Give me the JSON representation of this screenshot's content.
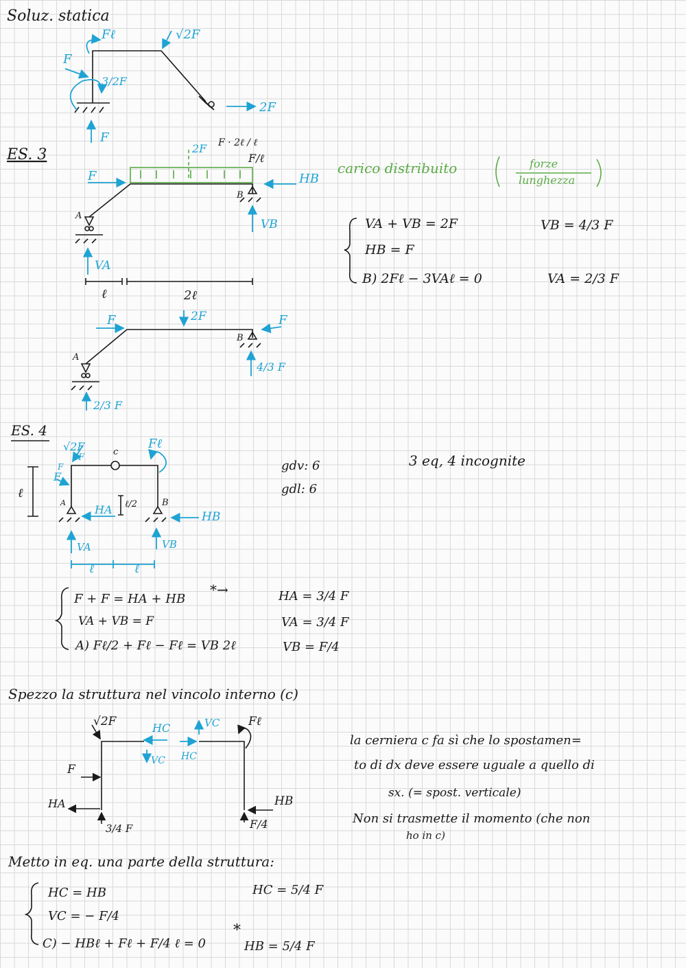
{
  "colors": {
    "ink": "#1a1a1a",
    "blue": "#1ea3d3",
    "green": "#5aaa46",
    "grid": "#d9d9d9"
  },
  "sec1": {
    "heading": "Soluz. statica",
    "labels": {
      "fl": "Fℓ",
      "sqrt2f": "√2F",
      "f_left": "F",
      "three_half_f": "3/2F",
      "f_up": "F",
      "two_f": "2F"
    }
  },
  "es3": {
    "heading": "ES. 3",
    "load_label_f_over_l": "F/ℓ",
    "load_resultant_2f": "2F",
    "load_fraction": "F · 2ℓ / ℓ",
    "f_left": "F",
    "h_b": "HB",
    "v_b": "VB",
    "v_a": "VA",
    "node_a": "A",
    "node_b": "B",
    "dim_l": "ℓ",
    "dim_2l": "2ℓ",
    "green_note": "carico distribuito",
    "green_fraction_top": "forze",
    "green_fraction_bottom": "lunghezza",
    "system": [
      "VA + VB = 2F",
      "HB = F",
      "B) 2Fℓ − 3VAℓ = 0"
    ],
    "results": [
      "VB = 4/3 F",
      "VA = 2/3 F"
    ],
    "fig2": {
      "f_left": "F",
      "two_f": "2F",
      "f_right": "F",
      "vb_val": "4/3 F",
      "va_val": "2/3 F",
      "node_a": "A",
      "node_b": "B"
    }
  },
  "es4": {
    "heading": "ES. 4",
    "labels": {
      "sqrt2f": "√2F",
      "f1": "F",
      "f2": "F",
      "f3": "F",
      "c": "c",
      "fl": "Fℓ",
      "a": "A",
      "b": "B",
      "ha": "HA",
      "half_l": "ℓ/2",
      "hb": "HB",
      "va": "VA",
      "vb": "VB",
      "dim_l_left": "ℓ",
      "dim_l1": "ℓ",
      "dim_l2": "ℓ"
    },
    "gdv": "gdv: 6",
    "gdl": "gdl: 6",
    "eq_count": "3 eq, 4 incognite",
    "system": [
      "F + F = HA + HB",
      "VA + VB = F",
      "A) Fℓ/2 + Fℓ − Fℓ = VB 2ℓ"
    ],
    "star": "*→",
    "results": [
      "HA = 3/4 F",
      "VA = 3/4 F",
      "VB = F/4"
    ]
  },
  "split": {
    "heading": "Spezzo la struttura nel vincolo interno (c)",
    "labels": {
      "sqrt2f": "√2F",
      "hc_top": "HC",
      "vc_top": "VC",
      "fl": "Fℓ",
      "vc_bot": "VC",
      "hc_bot": "HC",
      "f": "F",
      "ha": "HA",
      "hb": "HB",
      "three_quarter_f": "3/4 F",
      "f_quarter": "F/4"
    },
    "note": [
      "la cerniera c fa sì che lo spostamen=",
      "to di dx deve essere uguale a quello di",
      "sx.  (= spost. verticale)",
      "Non si trasmette il momento (che non",
      "ho in c)"
    ],
    "subheading": "Metto in eq. una parte della struttura:",
    "system": [
      "HC = HB",
      "VC = − F/4",
      "C) − HBℓ + Fℓ + F/4 ℓ = 0"
    ],
    "results": [
      "HC = 5/4 F",
      "HB = 5/4 F"
    ],
    "star": "*"
  }
}
